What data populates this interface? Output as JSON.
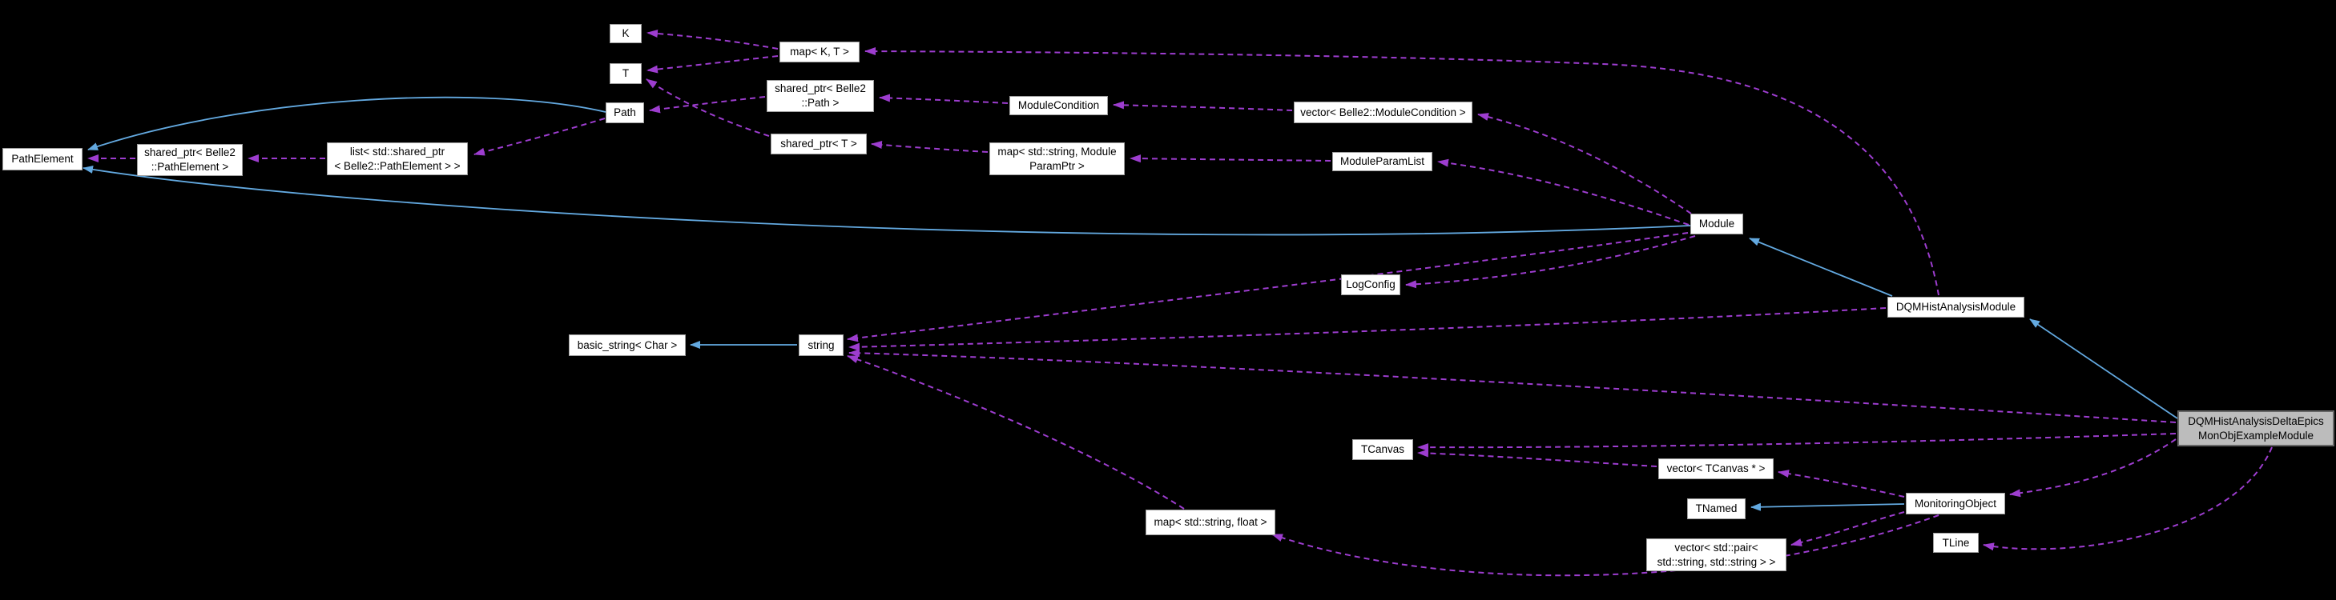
{
  "diagram": {
    "type": "doxygen-collaboration-graph",
    "background_color": "#000000",
    "inheritance_color": "#63a9e0",
    "usage_color": "#9d3dcf",
    "node_fill": "#ffffff",
    "node_border": "#9f9f9f",
    "main_node_fill": "#bcbcbc"
  },
  "nodes": {
    "pathelement": {
      "label": "PathElement"
    },
    "sp_pathelement": {
      "label": "shared_ptr< Belle2\n::PathElement >"
    },
    "list_sp": {
      "label": "list< std::shared_ptr\n< Belle2::PathElement > >"
    },
    "k": {
      "label": "K"
    },
    "t": {
      "label": "T"
    },
    "path": {
      "label": "Path"
    },
    "map_kt": {
      "label": "map< K, T >"
    },
    "sp_path": {
      "label": "shared_ptr< Belle2\n::Path >"
    },
    "sp_t": {
      "label": "shared_ptr< T >"
    },
    "modulecondition": {
      "label": "ModuleCondition"
    },
    "vector_mc": {
      "label": "vector< Belle2::ModuleCondition >"
    },
    "map_mpp": {
      "label": "map< std::string, Module\nParamPtr >"
    },
    "moduleparamlist": {
      "label": "ModuleParamList"
    },
    "module": {
      "label": "Module"
    },
    "logconfig": {
      "label": "LogConfig"
    },
    "dqmhistanalysismodule": {
      "label": "DQMHistAnalysisModule"
    },
    "basic_string": {
      "label": "basic_string< Char >"
    },
    "string": {
      "label": "string"
    },
    "tcanvas": {
      "label": "TCanvas"
    },
    "vector_tcanvas": {
      "label": "vector< TCanvas * >"
    },
    "tnamed": {
      "label": "TNamed"
    },
    "monitoringobject": {
      "label": "MonitoringObject"
    },
    "vector_pair": {
      "label": "vector< std::pair<\nstd::string, std::string > >"
    },
    "tline": {
      "label": "TLine"
    },
    "map_float": {
      "label": "map< std::string, float >"
    },
    "mainbox": {
      "label": "DQMHistAnalysisDeltaEpics\nMonObjExampleModule"
    }
  },
  "edges": [
    {
      "from": "Path",
      "to": "PathElement",
      "type": "inheritance"
    },
    {
      "from": "Module",
      "to": "PathElement",
      "type": "inheritance"
    },
    {
      "from": "DQMHistAnalysisModule",
      "to": "Module",
      "type": "inheritance"
    },
    {
      "from": "DQMHistAnalysisDeltaEpicsMonObjExampleModule",
      "to": "DQMHistAnalysisModule",
      "type": "inheritance"
    },
    {
      "from": "string",
      "to": "basic_string< Char >",
      "type": "inheritance"
    },
    {
      "from": "MonitoringObject",
      "to": "TNamed",
      "type": "inheritance"
    },
    {
      "from": "map< K, T >",
      "to": "K",
      "type": "usage"
    },
    {
      "from": "map< K, T >",
      "to": "T",
      "type": "usage"
    },
    {
      "from": "shared_ptr< T >",
      "to": "T",
      "type": "usage"
    },
    {
      "from": "shared_ptr< Belle2::Path >",
      "to": "Path",
      "type": "usage"
    },
    {
      "from": "Path",
      "to": "list< std::shared_ptr< Belle2::PathElement > >",
      "type": "usage"
    },
    {
      "from": "list< std::shared_ptr< Belle2::PathElement > >",
      "to": "shared_ptr< Belle2::PathElement >",
      "type": "usage"
    },
    {
      "from": "shared_ptr< Belle2::PathElement >",
      "to": "PathElement",
      "type": "usage"
    },
    {
      "from": "ModuleCondition",
      "to": "shared_ptr< Belle2::Path >",
      "type": "usage"
    },
    {
      "from": "vector< Belle2::ModuleCondition >",
      "to": "ModuleCondition",
      "type": "usage"
    },
    {
      "from": "map< std::string, ModuleParamPtr >",
      "to": "shared_ptr< T >",
      "type": "usage"
    },
    {
      "from": "ModuleParamList",
      "to": "map< std::string, ModuleParamPtr >",
      "type": "usage"
    },
    {
      "from": "Module",
      "to": "vector< Belle2::ModuleCondition >",
      "type": "usage"
    },
    {
      "from": "Module",
      "to": "ModuleParamList",
      "type": "usage"
    },
    {
      "from": "Module",
      "to": "LogConfig",
      "type": "usage"
    },
    {
      "from": "Module",
      "to": "string",
      "type": "usage"
    },
    {
      "from": "DQMHistAnalysisModule",
      "to": "map< K, T >",
      "type": "usage"
    },
    {
      "from": "DQMHistAnalysisModule",
      "to": "string",
      "type": "usage"
    },
    {
      "from": "DQMHistAnalysisDeltaEpicsMonObjExampleModule",
      "to": "string",
      "type": "usage"
    },
    {
      "from": "DQMHistAnalysisDeltaEpicsMonObjExampleModule",
      "to": "TCanvas",
      "type": "usage"
    },
    {
      "from": "vector< TCanvas * >",
      "to": "TCanvas",
      "type": "usage"
    },
    {
      "from": "MonitoringObject",
      "to": "vector< TCanvas * >",
      "type": "usage"
    },
    {
      "from": "MonitoringObject",
      "to": "vector< std::pair< std::string, std::string > >",
      "type": "usage"
    },
    {
      "from": "MonitoringObject",
      "to": "map< std::string, float >",
      "type": "usage"
    },
    {
      "from": "map< std::string, float >",
      "to": "string",
      "type": "usage"
    },
    {
      "from": "DQMHistAnalysisDeltaEpicsMonObjExampleModule",
      "to": "MonitoringObject",
      "type": "usage"
    },
    {
      "from": "DQMHistAnalysisDeltaEpicsMonObjExampleModule",
      "to": "TLine",
      "type": "usage"
    }
  ]
}
